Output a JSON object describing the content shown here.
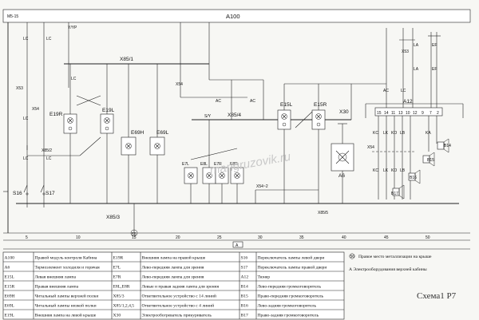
{
  "diagram": {
    "main_module": "A100",
    "pin_top_left": "M5-15",
    "ground_ref_bottom": "56",
    "section_ref": "A",
    "watermark": "mangruzovik.ru",
    "caption": "Схема1 Р7",
    "connectors": {
      "x85_1": "X85/1",
      "x85_2": "X85/2",
      "x85_3": "X85/3",
      "x85_4": "X85/4",
      "x85_5": "X85/5",
      "x54_1": "X54\n1",
      "x54_2": "X54",
      "x54_3": "X54\n3",
      "x54_4": "X54~2",
      "x53": "X53",
      "x30": "X30",
      "x53r": "X53"
    },
    "components": {
      "e19r": "E19R",
      "e19l": "E19L",
      "e69h": "E69H",
      "e69l": "E69L",
      "e15l": "E15L",
      "e15r": "E15R",
      "e7l": "E7L",
      "e8l": "E8L",
      "e7r": "E7R",
      "e8r": "E8R",
      "a6": "A6",
      "a12": "A12",
      "s16": "S16",
      "s17": "S17",
      "b14": "B14",
      "b15": "B15",
      "b16": "B16",
      "b17": "B17"
    },
    "wire_labels": {
      "lc": "LC",
      "l": "L",
      "ac": "AC",
      "la": "LA",
      "ef": "EF",
      "kc": "KC",
      "lk": "LK",
      "ko": "KO",
      "lb": "LB",
      "ka": "KA",
      "yp": "Y/YP",
      "sy": "S/Y"
    },
    "a12_pins": [
      "15",
      "14",
      "11",
      "13",
      "10",
      "12",
      "9",
      "7",
      "2"
    ],
    "ruler_ticks": [
      "5",
      "10",
      "15",
      "20",
      "25",
      "30",
      "35",
      "40",
      "45",
      "50"
    ]
  },
  "legend": {
    "rows": [
      [
        "A100",
        "Правой модуль контроля Кабина",
        "E19R",
        "Внешняя лампа на правой крыше",
        "S16",
        "Переключатель лампы левой двери"
      ],
      [
        "A6",
        "Термоэлемент холодиля и горячая",
        "E7L",
        "Лево-передняя лампа для зрения",
        "S17",
        "Переключатель лампы правой двери"
      ],
      [
        "E15L",
        "Левая внешняя лампа",
        "E7R",
        "Лево-передняя лампа для зрения",
        "A12",
        "Тюнер"
      ],
      [
        "E15R",
        "Правая внешняя лампа",
        "E8L,E8R",
        "Левые и правая задняя лампа для зрения",
        "B14",
        "Лево-передняя громкоговоритель"
      ],
      [
        "E69H",
        "Читальный лампы верхней полки",
        "X85/3",
        "Ответвительное устройство с 14 линий",
        "B15",
        "Право-передняя громкоговоритель"
      ],
      [
        "E69L",
        "Читальный лампы низкой полки",
        "X85/1,2,4,5",
        "Ответвительное устройство с 4 линий",
        "B16",
        "Лево-задняя громкоговоритель"
      ],
      [
        "E19L",
        "Внешняя лампа на левой крыше",
        "X30",
        "Электрообогреватель прикуриватель",
        "B17",
        "Право-задняя громкоговоритель"
      ]
    ],
    "note_ground": "Правое место металлизации на крыше",
    "note_a": "А   Электрооборудования верхней кабины"
  }
}
